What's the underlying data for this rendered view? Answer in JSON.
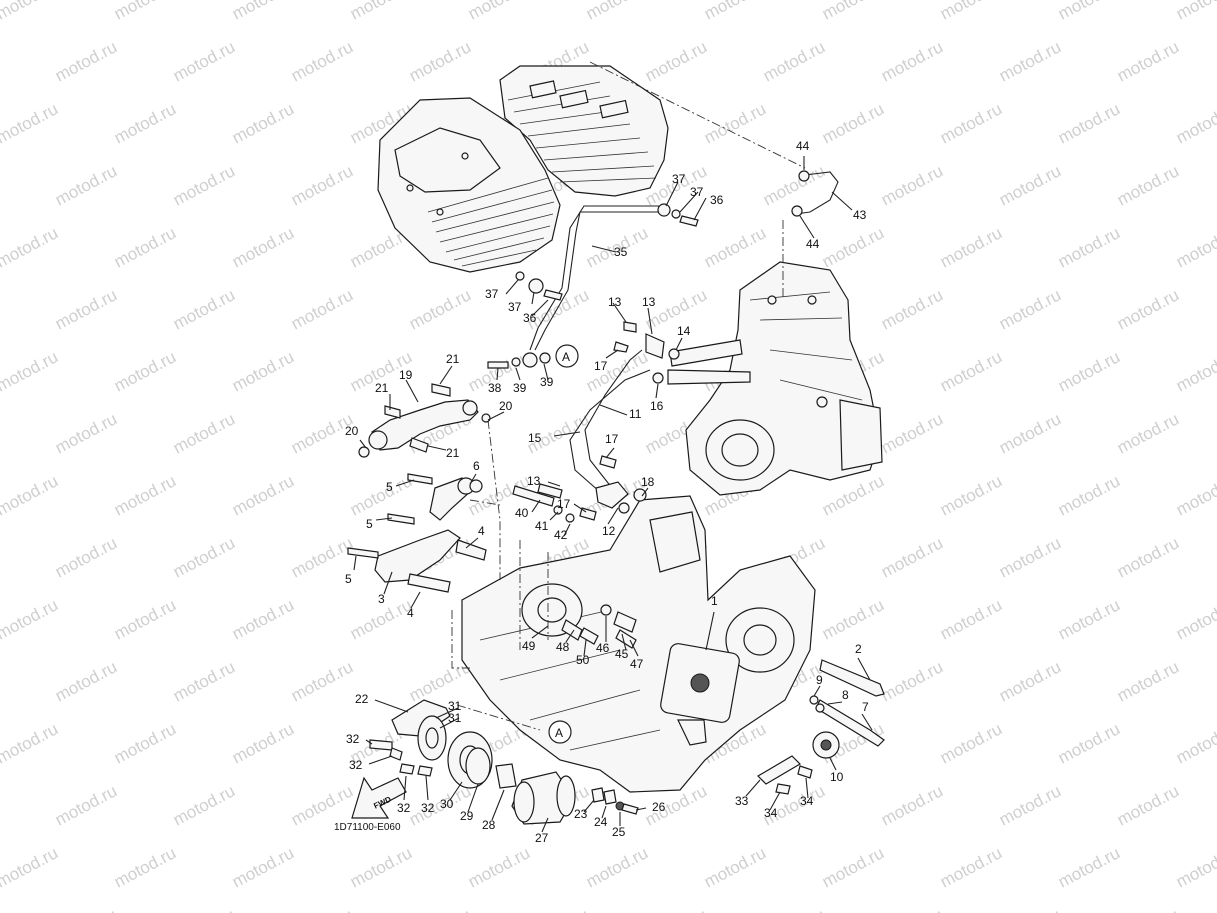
{
  "watermark": "motod.ru",
  "catalog_code": "1D71100-E060",
  "fwd_label": "FWD",
  "reference_marker": "A",
  "callouts": {
    "c1": "1",
    "c2": "2",
    "c3": "3",
    "c4a": "4",
    "c4b": "4",
    "c5a": "5",
    "c5b": "5",
    "c5c": "5",
    "c6": "6",
    "c7": "7",
    "c8": "8",
    "c9": "9",
    "c10": "10",
    "c11": "11",
    "c12": "12",
    "c13a": "13",
    "c13b": "13",
    "c13c": "13",
    "c14": "14",
    "c15": "15",
    "c16": "16",
    "c17a": "17",
    "c17b": "17",
    "c17c": "17",
    "c18": "18",
    "c19": "19",
    "c20a": "20",
    "c20b": "20",
    "c21a": "21",
    "c21b": "21",
    "c21c": "21",
    "c22": "22",
    "c23": "23",
    "c24": "24",
    "c25": "25",
    "c26": "26",
    "c27": "27",
    "c28": "28",
    "c29": "29",
    "c30": "30",
    "c31a": "31",
    "c31b": "31",
    "c32a": "32",
    "c32b": "32",
    "c32c": "32",
    "c32d": "32",
    "c33": "33",
    "c34a": "34",
    "c34b": "34",
    "c35": "35",
    "c36a": "36",
    "c36b": "36",
    "c37a": "37",
    "c37b": "37",
    "c37c": "37",
    "c37d": "37",
    "c38": "38",
    "c39a": "39",
    "c39b": "39",
    "c40": "40",
    "c41": "41",
    "c42": "42",
    "c43": "43",
    "c44a": "44",
    "c44b": "44",
    "c45": "45",
    "c46": "46",
    "c47": "47",
    "c48": "48",
    "c49": "49",
    "c50": "50"
  }
}
